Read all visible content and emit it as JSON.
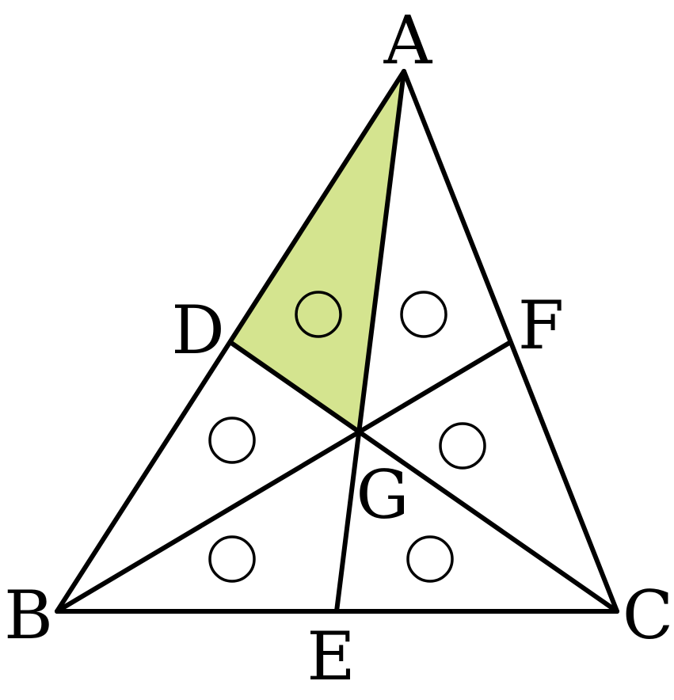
{
  "diagram": {
    "colors": {
      "stroke": "#000000",
      "shaded_fill": "#d4e48f",
      "background": "#ffffff"
    },
    "points": {
      "A": "A",
      "B": "B",
      "C": "C",
      "D": "D",
      "E": "E",
      "F": "F",
      "G": "G"
    },
    "segments": [
      [
        "A",
        "B"
      ],
      [
        "B",
        "C"
      ],
      [
        "C",
        "A"
      ],
      [
        "A",
        "E"
      ],
      [
        "B",
        "F"
      ],
      [
        "C",
        "D"
      ]
    ],
    "shaded_region": [
      "A",
      "D",
      "G"
    ],
    "region_marker": "circle",
    "region_marker_count": 6
  }
}
